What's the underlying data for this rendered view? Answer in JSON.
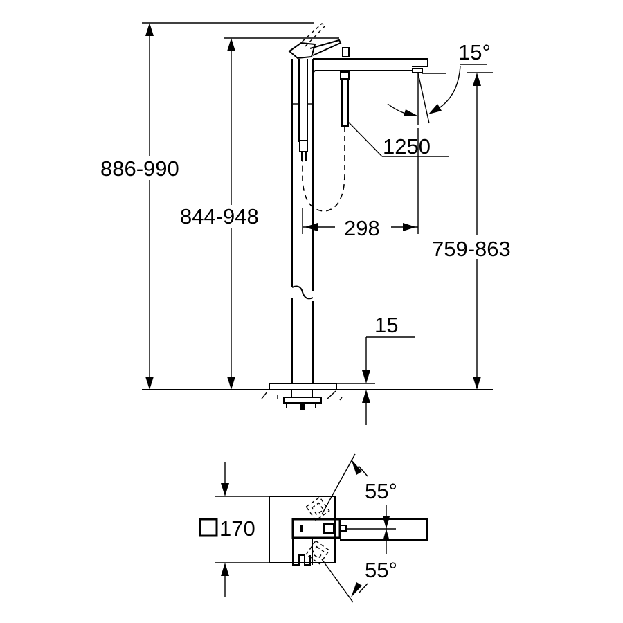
{
  "diagram": {
    "type": "technical-drawing",
    "subject": "floor-standing bath mixer",
    "colors": {
      "line": "#000000",
      "background": "#ffffff"
    },
    "side_view": {
      "dimensions": {
        "total_height": "886-990",
        "lever_height": "844-948",
        "hose_length": "1250",
        "spout_angle": "15°",
        "spout_reach": "298",
        "spout_height": "759-863",
        "floor_plate": "15"
      }
    },
    "top_view": {
      "dimensions": {
        "base_size": "170",
        "base_size_symbol": "□",
        "rotation_upper": "55°",
        "rotation_lower": "55°"
      }
    }
  }
}
